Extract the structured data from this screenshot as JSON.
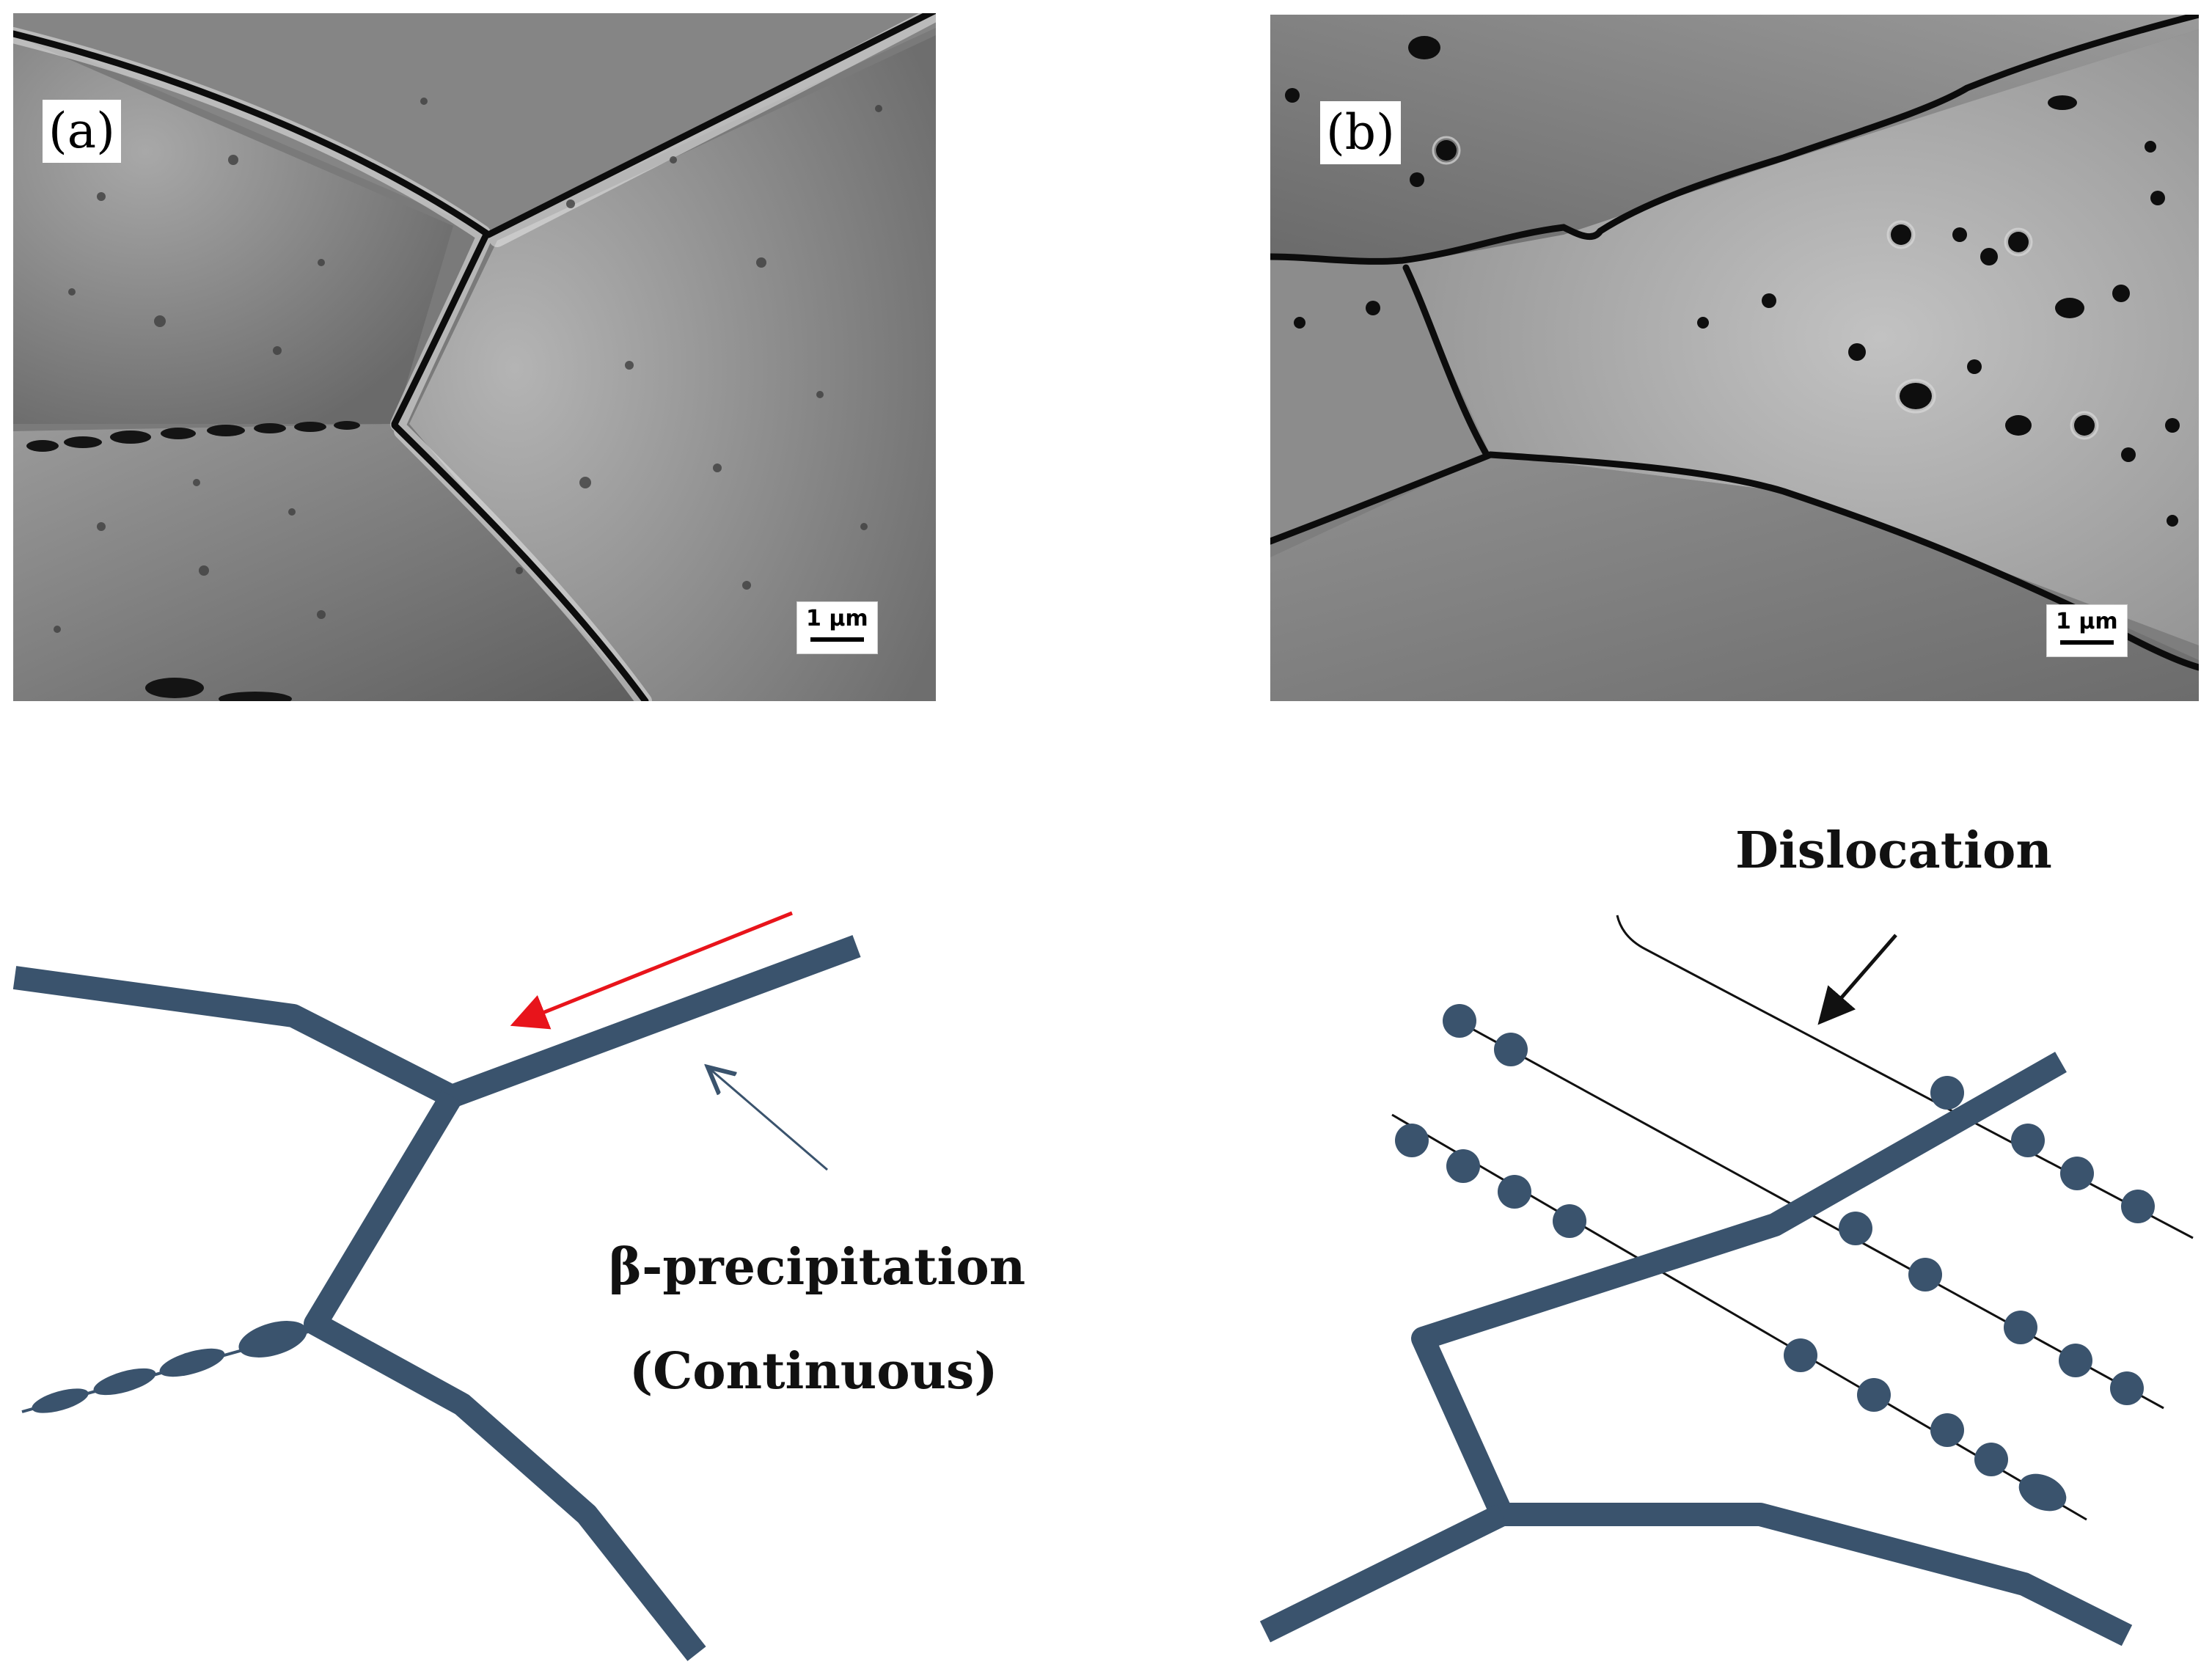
{
  "panels": [
    {
      "id": "a",
      "label": "(a)",
      "scale_bar": "1 µm"
    },
    {
      "id": "b",
      "label": "(b)",
      "scale_bar": "1 µm"
    }
  ],
  "schematic": {
    "precipitation_label": "β-precipitation",
    "precipitation_type": "(Continuous)",
    "dislocation_label": "Dislocation"
  },
  "colors": {
    "boundary": "#3a536d",
    "sem_gray": "#7c7c7c",
    "red_arrow": "#e8141b"
  }
}
